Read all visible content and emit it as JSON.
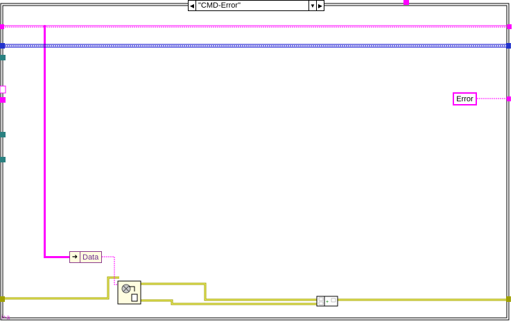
{
  "case_selector": {
    "label": "\"CMD-Error\"",
    "left_arrow_icon": "triangle-left-icon",
    "right_arrow_icon": "triangle-right-icon",
    "dropdown_icon": "triangle-down-icon"
  },
  "error_indicator": {
    "label": "Error"
  },
  "data_control": {
    "label": "Data",
    "icon": "arrow-right-icon"
  },
  "bottom_label": "i+a",
  "colors": {
    "error_wire": "#ff00ff",
    "refnum_wire": "#0000cc",
    "cluster_wire": "#a0a000",
    "structure_border": "#000000",
    "tunnel_teal": "#2a8080"
  }
}
